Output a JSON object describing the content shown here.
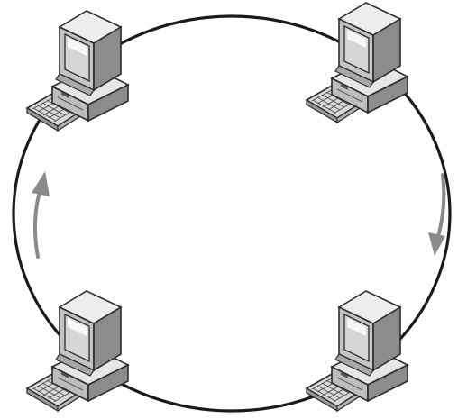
{
  "diagram": {
    "type": "ring-network-topology",
    "nodes": [
      {
        "id": "top-left",
        "icon": "desktop-computer-icon"
      },
      {
        "id": "top-right",
        "icon": "desktop-computer-icon"
      },
      {
        "id": "bottom-left",
        "icon": "desktop-computer-icon"
      },
      {
        "id": "bottom-right",
        "icon": "desktop-computer-icon"
      }
    ],
    "flow_direction": "clockwise",
    "colors": {
      "ring": "#1a1a1a",
      "arrow": "#8a8a8a",
      "case_light": "#e6e6e6",
      "case_mid": "#bdbdbd",
      "case_dark": "#8c8c8c",
      "outline": "#2b2b2b",
      "screen": "#d0d0d0"
    }
  }
}
